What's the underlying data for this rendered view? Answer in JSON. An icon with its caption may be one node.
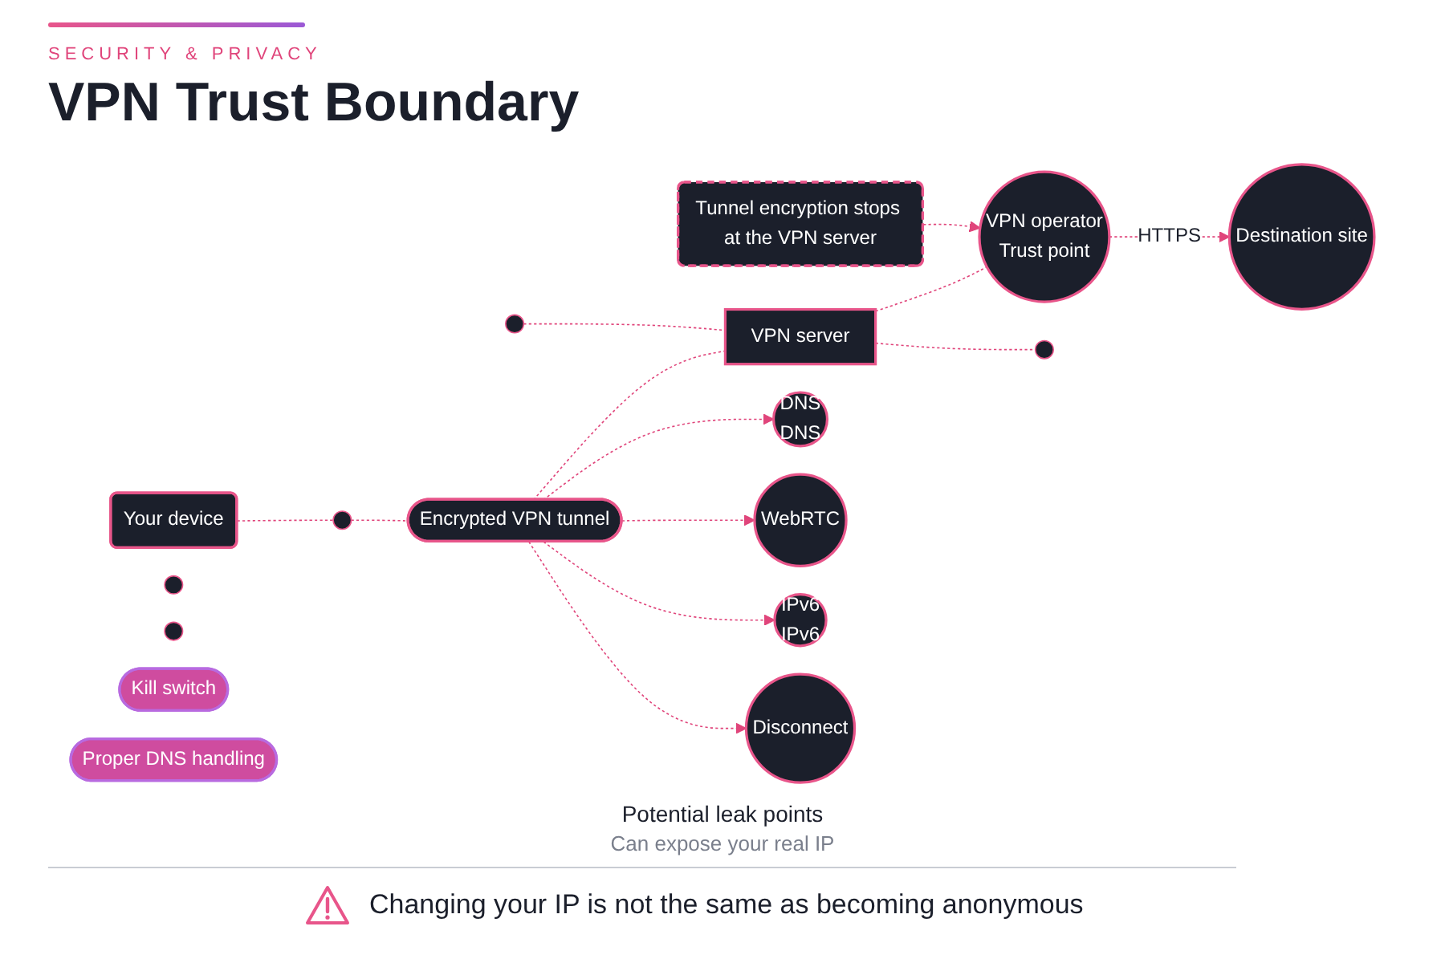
{
  "diagram": {
    "title": "VPN Trust Boundary",
    "caption": "Changing your IP is not the same as becoming anonymous",
    "nodes": [
      {
        "text": [
          "Your device"
        ]
      },
      {
        "text": [],
        "shape": "circle"
      },
      {
        "text": [
          "Encrypted VPN tunnel"
        ]
      },
      {
        "text": [
          "VPN server"
        ]
      },
      {
        "text": [
          "VPN operator",
          "Trust point"
        ]
      },
      {
        "text": [
          "Destination site"
        ]
      },
      {
        "text": [],
        "shape": "circle"
      },
      {
        "text": [],
        "shape": "circle"
      },
      {
        "text": [],
        "shape": "circle"
      },
      {
        "text": [],
        "shape": "circle"
      },
      {
        "text": [
          "Tunnel encryption stops at the VPN server"
        ]
      },
      {
        "text": [
          "DNS",
          "DNS"
        ]
      },
      {
        "text": [
          "WebRTC"
        ]
      },
      {
        "text": [
          "IPv6",
          "IPv6"
        ]
      },
      {
        "text": [
          "Disconnect"
        ]
      },
      {
        "text": [
          "Kill switch"
        ]
      },
      {
        "text": [
          "Proper DNS handling"
        ]
      }
    ],
    "edges": [
      {
        "from": 0,
        "to": 1,
        "arrow": "none",
        "style": "dashed"
      },
      {
        "from": 1,
        "to": 2,
        "arrow": "none",
        "style": "dashed"
      },
      {
        "from": 2,
        "to": 3,
        "arrow": "none",
        "style": "dashed"
      },
      {
        "from": 3,
        "to": 4,
        "arrow": "none",
        "style": "dashed"
      },
      {
        "from": 4,
        "to": 5,
        "arrow": "to",
        "label": "HTTPS",
        "style": "dashed"
      },
      {
        "from": 6,
        "to": 3,
        "arrow": "none",
        "style": "dashed"
      },
      {
        "from": 3,
        "to": 9,
        "arrow": "none",
        "style": "dashed"
      },
      {
        "from": 10,
        "to": 4,
        "arrow": "to",
        "style": "dashed"
      },
      {
        "from": 2,
        "to": 11,
        "arrow": "to",
        "style": "dashed"
      },
      {
        "from": 2,
        "to": 12,
        "arrow": "to",
        "style": "dashed"
      },
      {
        "from": 2,
        "to": 13,
        "arrow": "to",
        "style": "dashed"
      },
      {
        "from": 2,
        "to": 14,
        "arrow": "to",
        "style": "dashed"
      }
    ],
    "labels": [
      "SECURITY & PRIVACY",
      "Potential leak points",
      "Can expose your real IP"
    ]
  }
}
